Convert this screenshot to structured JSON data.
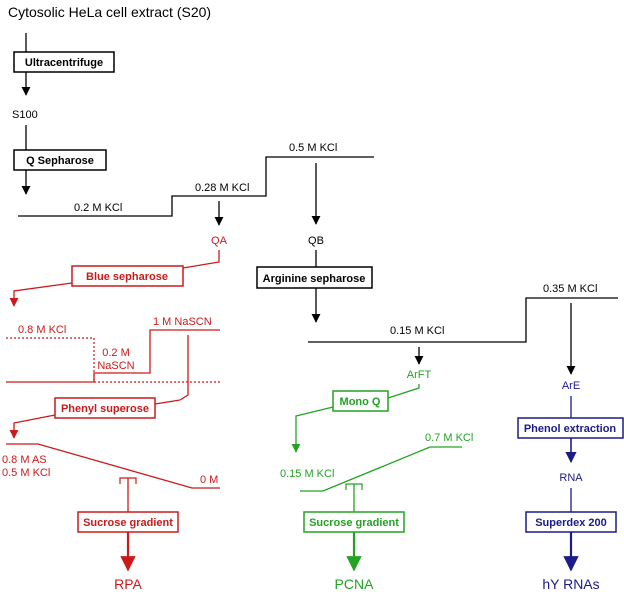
{
  "colors": {
    "black": "#000000",
    "red": "#cc1a1a",
    "green": "#23a323",
    "blue": "#1b1b8a"
  },
  "title": "Cytosolic HeLa cell extract (S20)",
  "steps": {
    "ultracentrifuge": "Ultracentrifuge",
    "s100": "S100",
    "q_sepharose": "Q Sepharose",
    "blue_sepharose": "Blue sepharose",
    "arginine_sepharose": "Arginine sepharose",
    "phenyl_superose": "Phenyl superose",
    "mono_q": "Mono Q",
    "phenol_extraction": "Phenol extraction",
    "superdex": "Superdex 200",
    "sucrose_red": "Sucrose gradient",
    "sucrose_green": "Sucrose gradient"
  },
  "salts": {
    "q_low": "0.2 M KCl",
    "q_mid": "0.28 M KCl",
    "q_high": "0.5 M KCl",
    "arg_low": "0.15 M KCl",
    "arg_high": "0.35 M KCl",
    "blue_kcl": "0.8 M KCl",
    "blue_nascn_line1": "0.2 M",
    "blue_nascn_line2": "NaSCN",
    "blue_nascn_high": "1 M NaSCN",
    "phenyl_as": "0.8 M AS",
    "phenyl_kcl": "0.5 M KCl",
    "phenyl_zero": "0 M",
    "monoq_low": "0.15 M KCl",
    "monoq_high": "0.7 M KCl"
  },
  "fractions": {
    "qa": "QA",
    "qb": "QB",
    "arft": "ArFT",
    "are": "ArE",
    "rna": "RNA"
  },
  "products": {
    "rpa": "RPA",
    "pcna": "PCNA",
    "hy": "hY RNAs"
  }
}
